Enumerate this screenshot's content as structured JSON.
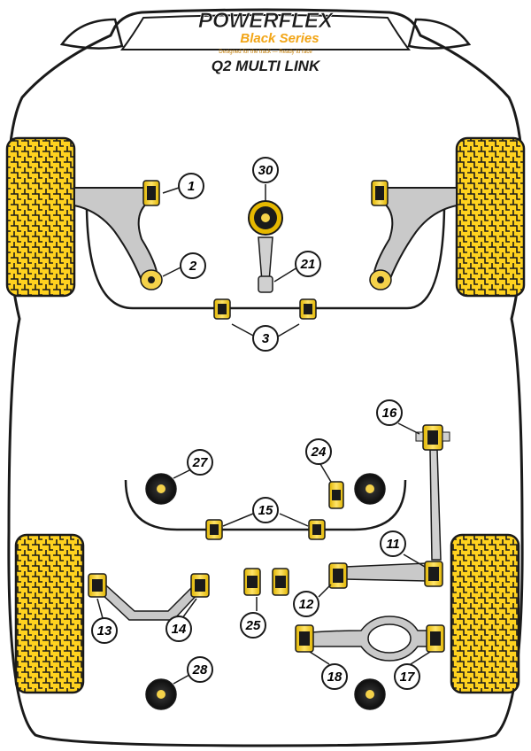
{
  "logo": {
    "brand": "POWERFLEX",
    "series": "Black Series",
    "tagline": "Designed for the track — Ready to race"
  },
  "diagram_title": "Q2 MULTI LINK",
  "callouts": [
    {
      "id": "c1",
      "label": "1"
    },
    {
      "id": "c2",
      "label": "2"
    },
    {
      "id": "c3",
      "label": "3"
    },
    {
      "id": "c30",
      "label": "30"
    },
    {
      "id": "c21",
      "label": "21"
    },
    {
      "id": "c16",
      "label": "16"
    },
    {
      "id": "c27",
      "label": "27"
    },
    {
      "id": "c24",
      "label": "24"
    },
    {
      "id": "c15",
      "label": "15"
    },
    {
      "id": "c11",
      "label": "11"
    },
    {
      "id": "c12",
      "label": "12"
    },
    {
      "id": "c13",
      "label": "13"
    },
    {
      "id": "c14",
      "label": "14"
    },
    {
      "id": "c25",
      "label": "25"
    },
    {
      "id": "c18",
      "label": "18"
    },
    {
      "id": "c17",
      "label": "17"
    },
    {
      "id": "c28",
      "label": "28"
    }
  ],
  "colors": {
    "outline": "#1a1a1a",
    "tyre_fill": "#ffd21f",
    "bush_yellow": "#ffd21f",
    "bush_black": "#1a1a1a",
    "arm_fill": "#c9c9c9",
    "brand_orange": "#f2a516"
  }
}
